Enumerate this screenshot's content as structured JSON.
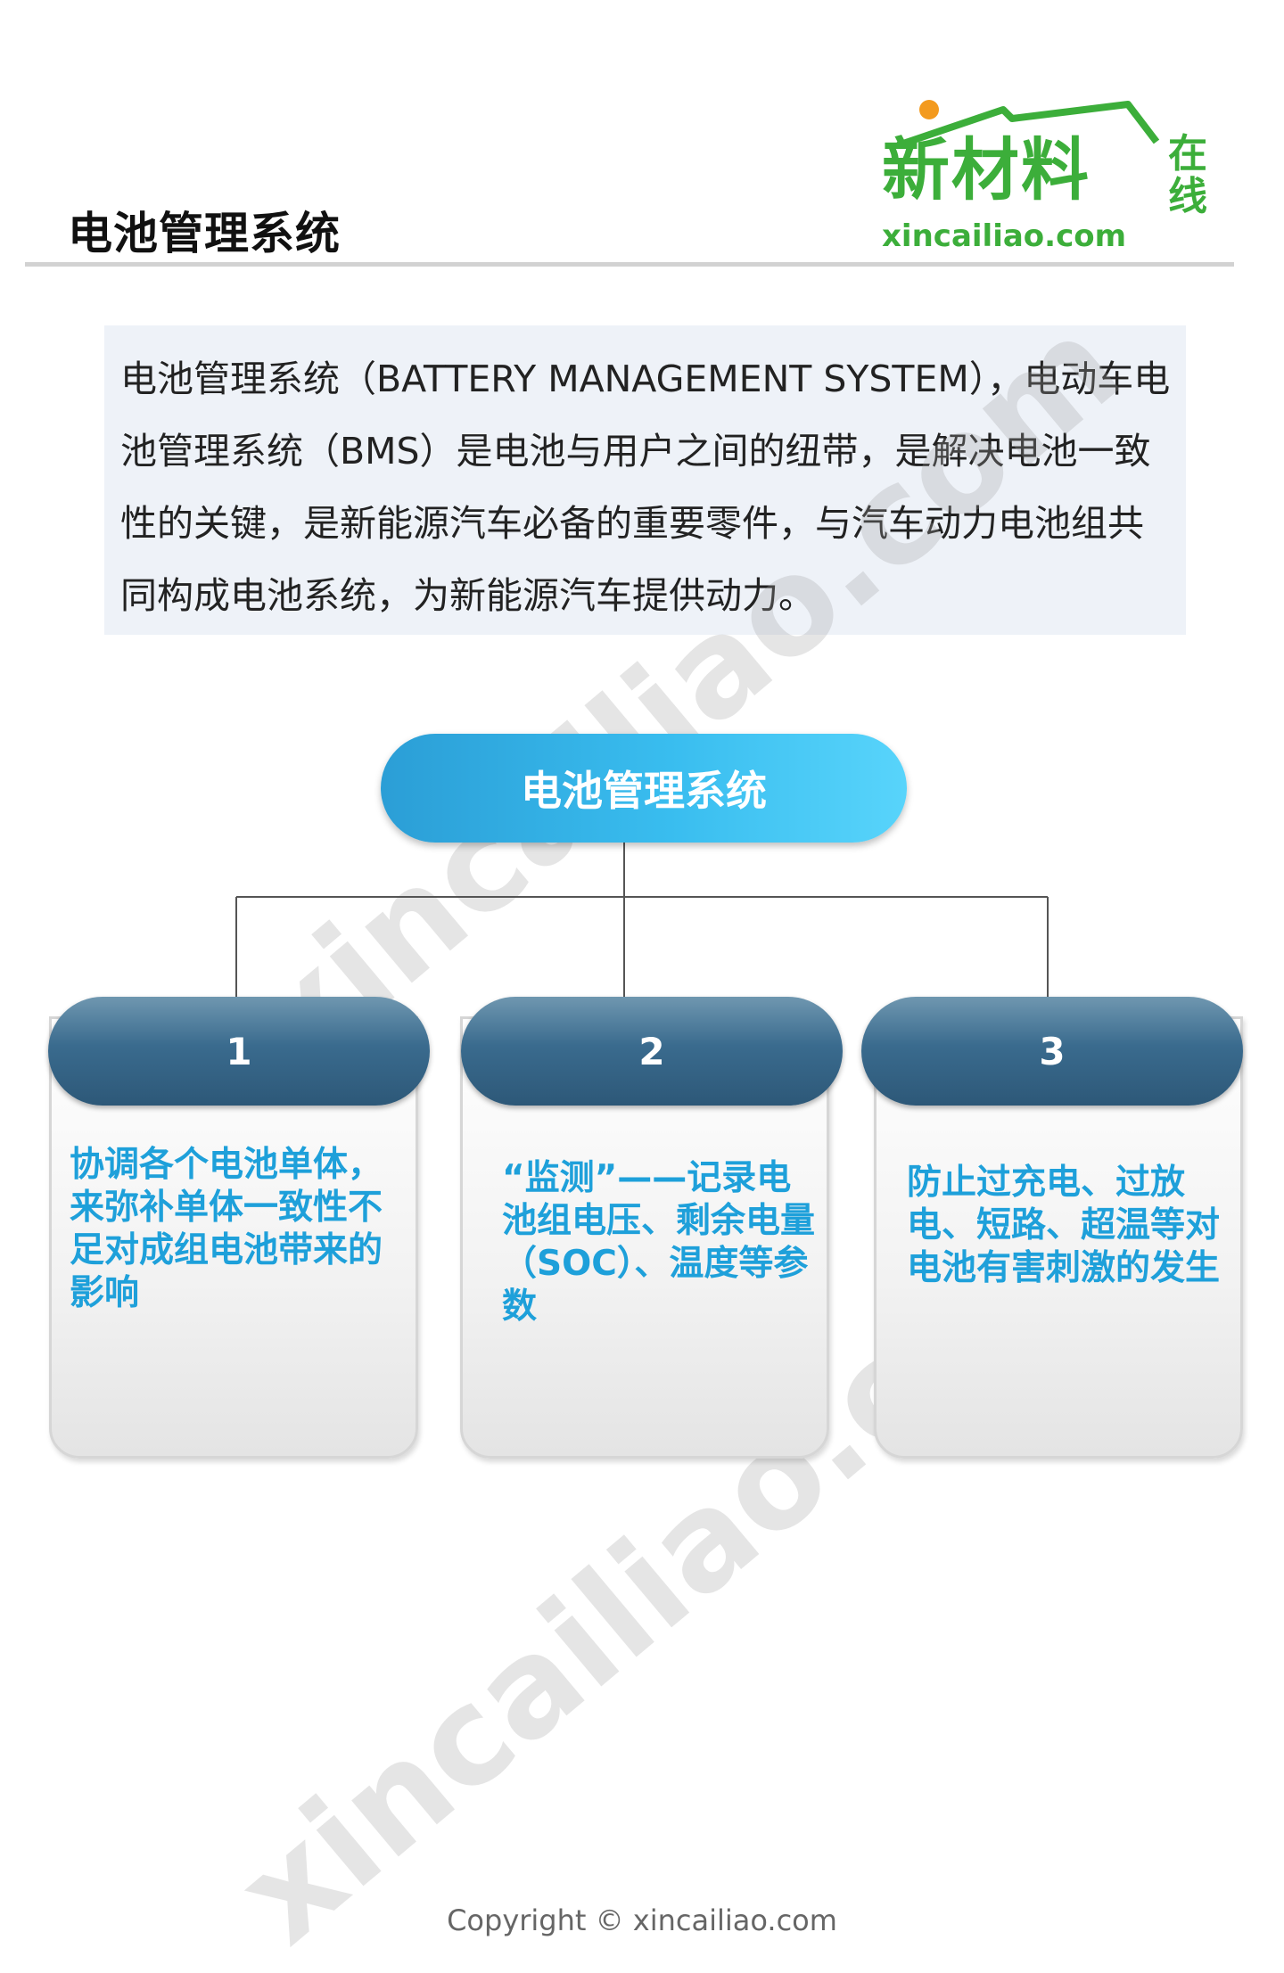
{
  "header": {
    "title": "电池管理系统"
  },
  "logo": {
    "main_text": "新材料",
    "side_text": "在线",
    "url_text": "xincailiao.com",
    "color": "#3cae3a",
    "dot_color": "#f39a1e"
  },
  "intro": {
    "paragraph": "电池管理系统（BATTERY MANAGEMENT SYSTEM），电动车电池管理系统（BMS）是电池与用户之间的纽带，是解决电池一致性的关键，是新能源汽车必备的重要零件，与汽车动力电池组共同构成电池系统，为新能源汽车提供动力。"
  },
  "diagram": {
    "root_label": "电池管理系统",
    "root_color": "#39bdef",
    "header_color": "#3a6b8e",
    "text_color": "#1ea0da",
    "children": [
      {
        "number": "1",
        "text": "协调各个电池单体，来弥补单体一致性不足对成组电池带来的影响"
      },
      {
        "number": "2",
        "text": "“监测”——记录电池组电压、剩余电量（SOC）、温度等参数"
      },
      {
        "number": "3",
        "text": "防止过充电、过放电、短路、超温等对电池有害刺激的发生"
      }
    ]
  },
  "watermark": "xincailiao.com",
  "footer": {
    "copyright": "Copyright © xincailiao.com"
  }
}
